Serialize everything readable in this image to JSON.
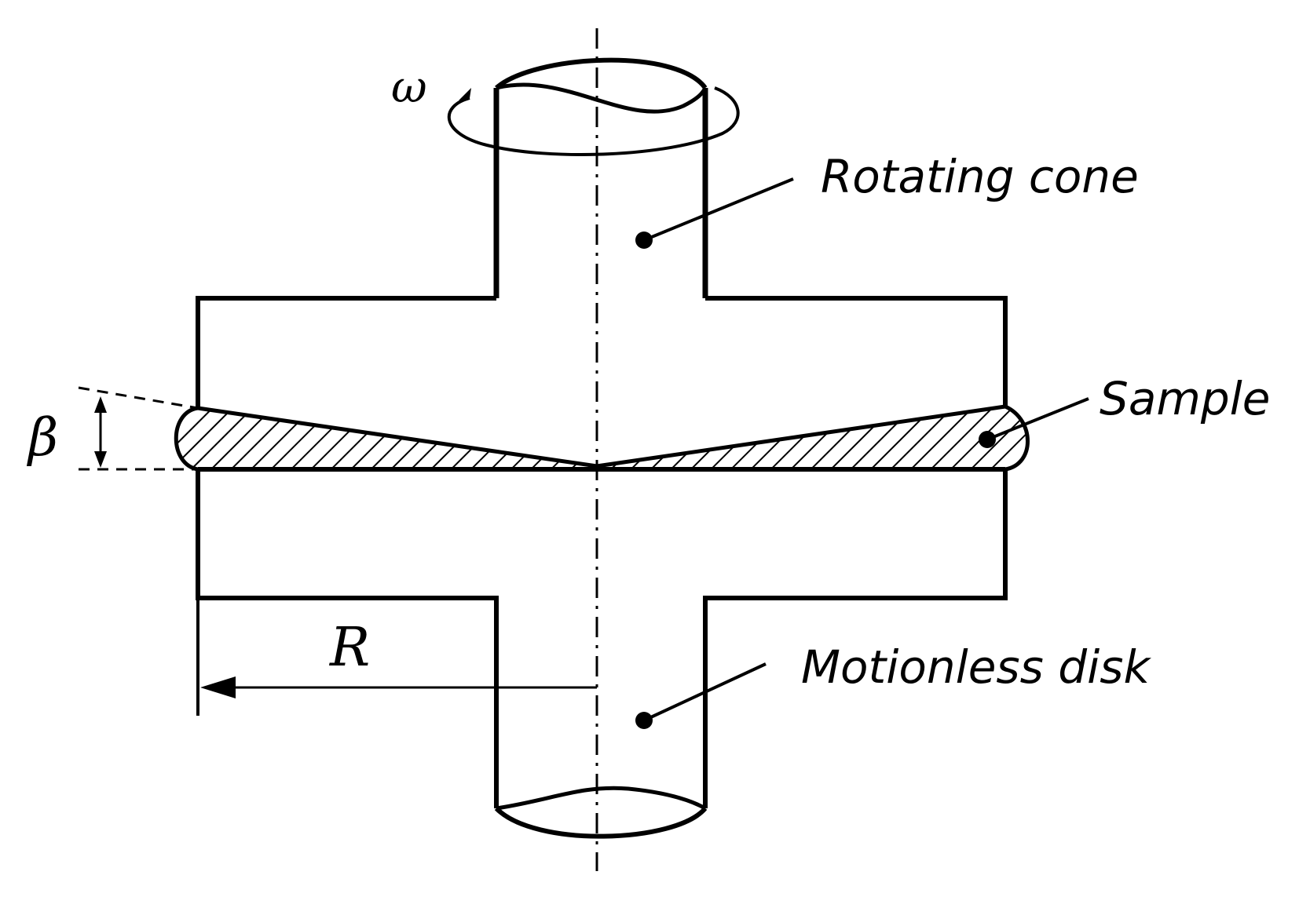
{
  "labels": {
    "rotating_cone": "Rotating cone",
    "sample": "Sample",
    "motionless_disk": "Motionless disk"
  },
  "symbols": {
    "omega": "ω",
    "beta": "β",
    "radius": "R"
  },
  "colors": {
    "stroke": "#000000",
    "background": "#ffffff"
  }
}
